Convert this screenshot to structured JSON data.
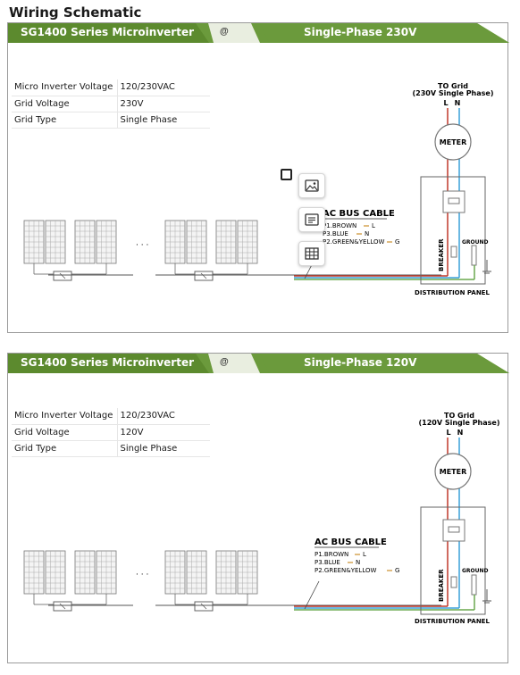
{
  "page_title": "Wiring Schematic",
  "panels": [
    {
      "banner_left": "SG1400 Series Microinverter",
      "banner_at": "@",
      "banner_right": "Single-Phase 230V",
      "specs": [
        {
          "label": "Micro Inverter Voltage",
          "value": "120/230VAC"
        },
        {
          "label": "Grid  Voltage",
          "value": "230V"
        },
        {
          "label": "Grid Type",
          "value": "Single Phase"
        }
      ],
      "to_grid": "TO Grid",
      "grid_phase": "(230V Single Phase)",
      "line_l": "L",
      "line_n": "N",
      "meter": "METER",
      "cable_title": "AC BUS CABLE",
      "cable_lines": [
        "P1.BROWN",
        "P3.BLUE",
        "P2.GREEN&YELLOW"
      ],
      "cable_ends": [
        "L",
        "N",
        "G"
      ],
      "breaker": "BREAKER",
      "ground": "GROUND",
      "distribution_panel": "DISTRIBUTION PANEL",
      "ellipsis": "· · ·"
    },
    {
      "banner_left": "SG1400 Series Microinverter",
      "banner_at": "@",
      "banner_right": "Single-Phase 120V",
      "specs": [
        {
          "label": "Micro Inverter Voltage",
          "value": "120/230VAC"
        },
        {
          "label": "Grid  Voltage",
          "value": "120V"
        },
        {
          "label": "Grid Type",
          "value": "Single Phase"
        }
      ],
      "to_grid": "TO Grid",
      "grid_phase": "(120V Single Phase)",
      "line_l": "L",
      "line_n": "N",
      "meter": "METER",
      "cable_title": "AC BUS CABLE",
      "cable_lines": [
        "P1.BROWN",
        "P3.BLUE",
        "P2.GREEN&YELLOW"
      ],
      "cable_ends": [
        "L",
        "N",
        "G"
      ],
      "breaker": "BREAKER",
      "ground": "GROUND",
      "distribution_panel": "DISTRIBUTION PANEL",
      "ellipsis": "· · ·"
    }
  ],
  "toolbar": {
    "icons": [
      "checkbox-icon",
      "image-icon",
      "text-block-icon",
      "table-icon"
    ]
  },
  "colors": {
    "banner_green": "#6b9a3c",
    "banner_dark": "#4f7a26",
    "wire_brown": "#c0392b",
    "wire_blue": "#3aa0d8",
    "wire_green": "#6aa84f"
  }
}
